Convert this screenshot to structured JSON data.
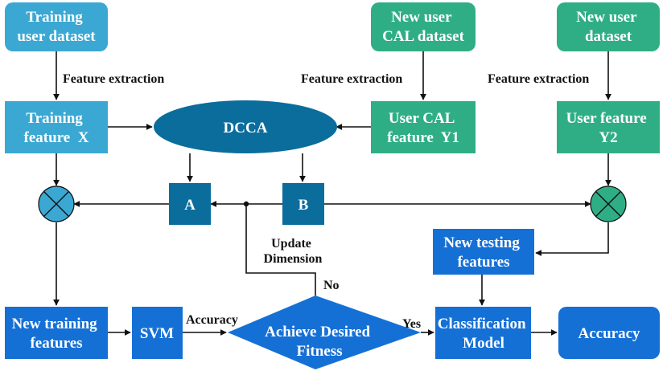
{
  "colors": {
    "light_blue": "#3aa8d3",
    "teal_green": "#2fae86",
    "dark_blue": "#0a6d9c",
    "royal_blue": "#1570d6",
    "line": "#111111"
  },
  "nodes": {
    "training_dataset": [
      "Training",
      "user dataset"
    ],
    "new_user_cal_dataset": [
      "New user",
      "CAL dataset"
    ],
    "new_user_dataset": [
      "New user",
      "dataset"
    ],
    "training_feature": [
      "Training",
      "feature  X"
    ],
    "dcca": "DCCA",
    "user_cal_feature": [
      "User CAL",
      "feature  Y1"
    ],
    "user_feature_y2": [
      "User feature",
      "Y2"
    ],
    "a_box": "A",
    "b_box": "B",
    "new_testing_features": [
      "New testing",
      "features"
    ],
    "new_training_features": [
      "New training",
      "features"
    ],
    "svm": "SVM",
    "achieve_fitness": [
      "Achieve Desired",
      "Fitness"
    ],
    "classification_model": [
      "Classification",
      "Model"
    ],
    "accuracy_result": "Accuracy"
  },
  "edge_labels": {
    "feature_extraction_1": "Feature extraction",
    "feature_extraction_2": "Feature extraction",
    "feature_extraction_3": "Feature extraction",
    "update_dimension": [
      "Update",
      "Dimension"
    ],
    "no": "No",
    "accuracy": "Accuracy",
    "yes": "Yes"
  }
}
